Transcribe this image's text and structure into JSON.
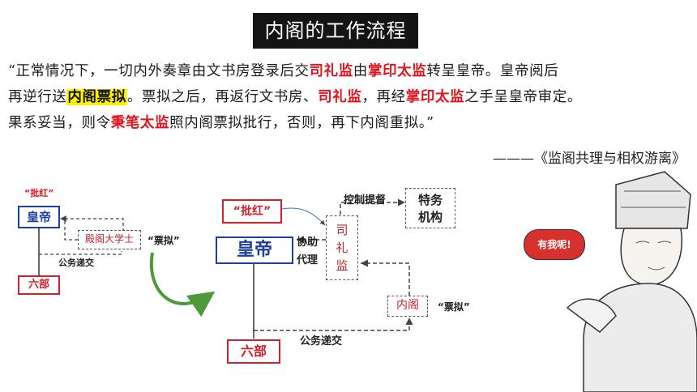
{
  "title": "内阁的工作流程",
  "quote": {
    "l1_a": "“正常情况下，一切内外奏章由文书房登录后交",
    "l1_b": "司礼监",
    "l1_c": "由",
    "l1_d": "掌印太监",
    "l1_e": "转呈皇帝。皇帝阅后",
    "l2_a": "再逆行送",
    "l2_b": "内阁票拟",
    "l2_c": "。票拟之后，再返行文书房、",
    "l2_d": "司礼监",
    "l2_e": "，再经",
    "l2_f": "掌印太监",
    "l2_g": "之手呈皇帝审定。",
    "l3_a": "果系妥当，则令",
    "l3_b": "秉笔太监",
    "l3_c": "照内阁票拟批行，否则，再下内阁重拟。”"
  },
  "source": "———《监阁共理与相权游离》",
  "left_diagram": {
    "pihong": "“批红”",
    "emperor": "皇帝",
    "scholar": "殿阁大学士",
    "piaoni": "“票拟”",
    "relay": "公务递交",
    "liubu": "六部"
  },
  "right_diagram": {
    "pihong": "“批红”",
    "emperor": "皇帝",
    "assist1": "协助",
    "assist2": "代理",
    "silijian": [
      "司",
      "礼",
      "监"
    ],
    "control": "控制提督",
    "special1": "特务",
    "special2": "机构",
    "neige": "内阁",
    "piaoni": "“票拟”",
    "relay": "公务递交",
    "liubu": "六部"
  },
  "speech": "有我呢!",
  "colors": {
    "accent_red": "#e0141c",
    "accent_blue": "#1e3f9e",
    "highlight": "#fff200",
    "arrow_green": "#4c9a3a"
  }
}
